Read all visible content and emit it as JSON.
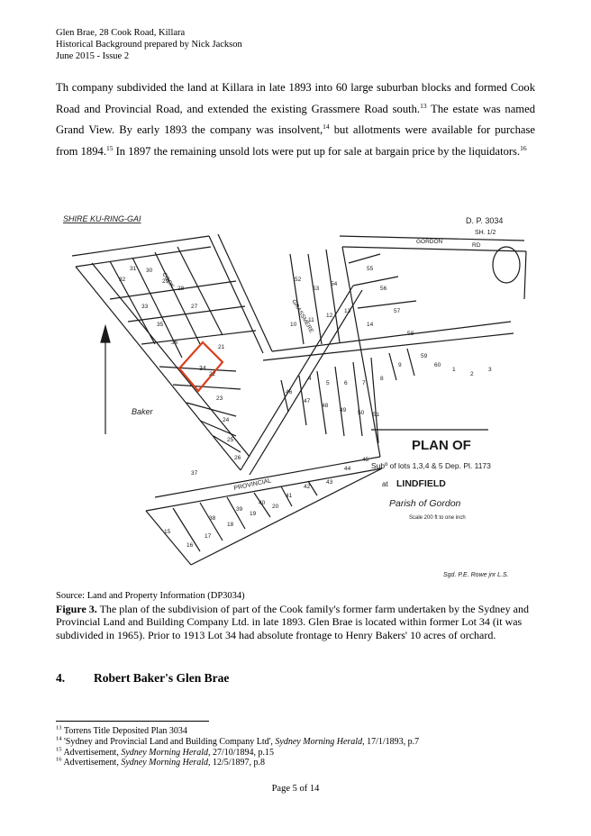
{
  "header": {
    "line1": "Glen Brae, 28 Cook Road, Killara",
    "line2": "Historical Background prepared by Nick Jackson",
    "line3": "June 2015 - Issue 2"
  },
  "paragraph": {
    "s1": "Th company subdivided the land at Killara in late 1893 into 60 large suburban blocks and formed Cook Road and Provincial Road, and extended the existing Grassmere Road south.",
    "fn1": "13",
    "s2": "  The estate was named Grand View.  By early 1893 the company was insolvent,",
    "fn2": "14",
    "s3": " but allotments were available for purchase from 1894.",
    "fn3": "15",
    "s4": "  In 1897 the remaining unsold lots were put up for sale at bargain price by the liquidators.",
    "fn4": "16"
  },
  "plan": {
    "shire": "SHIRE KU-RING-GAI",
    "dp_no": "D. P. 3034",
    "sheet": "SH. 1/2",
    "gordon_rd": "GORDON",
    "gordon_rd2": "RD",
    "baker": "Baker",
    "title": "PLAN OF",
    "subtitle": "Subº of lots 1,3,4 & 5 Dep. Pl. 1173",
    "at_word": "at",
    "town": "LINDFIELD",
    "parish": "Parish of Gordon",
    "scale": "Scale 200 ft to one inch",
    "surveyor": "Sgd. P.E. Rowe jnr L.S.",
    "provincial": "PROVINCIAL",
    "grassmere": "GRASSMERE",
    "cook_rd": "COOK",
    "lot_highlight": "34",
    "lots": [
      "21",
      "22",
      "23",
      "24",
      "25",
      "26",
      "27",
      "28",
      "29",
      "30",
      "31",
      "32",
      "33",
      "35",
      "36",
      "37",
      "38",
      "39",
      "40",
      "41",
      "42",
      "43",
      "44",
      "45",
      "46",
      "47",
      "48",
      "49",
      "50",
      "51",
      "52",
      "53",
      "54",
      "55",
      "56",
      "57",
      "58",
      "59",
      "60",
      "1",
      "2",
      "3",
      "4",
      "5",
      "6",
      "7",
      "8",
      "9",
      "10",
      "11",
      "12",
      "13",
      "14",
      "15",
      "16",
      "17",
      "18",
      "19",
      "20"
    ]
  },
  "source": "Source: Land and Property Information (DP3034)",
  "caption": {
    "label": "Figure 3.",
    "text": " The plan of the subdivision of part of the Cook family's former farm undertaken by the Sydney and Provincial Land and Building Company Ltd. in late 1893.  Glen Brae is located within former Lot 34 (it was subdivided in 1965).  Prior to 1913 Lot 34 had absolute frontage to Henry Bakers' 10 acres of orchard."
  },
  "section": {
    "num": "4.",
    "title": "Robert Baker's Glen Brae"
  },
  "footnotes": [
    {
      "n": "13",
      "pre": "Torrens Title Deposited Plan 3034",
      "ital": "",
      "post": ""
    },
    {
      "n": "14",
      "pre": "'Sydney and Provincial Land and Building Company Ltd', ",
      "ital": "Sydney Morning Herald",
      "post": ", 17/1/1893, p.7"
    },
    {
      "n": "15",
      "pre": "Advertisement, ",
      "ital": "Sydney Morning Herald",
      "post": ", 27/10/1894, p.15"
    },
    {
      "n": "16",
      "pre": "Advertisement, ",
      "ital": "Sydney Morning Herald",
      "post": ", 12/5/1897, p.8"
    }
  ],
  "footer": "Page 5 of 14",
  "colors": {
    "highlight": "#d9411e",
    "ink": "#1a1a1a"
  }
}
